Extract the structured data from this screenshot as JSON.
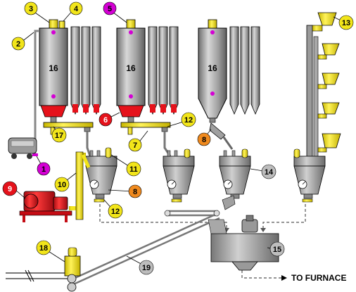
{
  "silo_labels": [
    "16",
    "16",
    "16"
  ],
  "callouts": [
    {
      "n": "1",
      "color": "#d400d4",
      "text_color": "#000000"
    },
    {
      "n": "2",
      "color": "#f2e51a",
      "text_color": "#000000"
    },
    {
      "n": "3",
      "color": "#f2e51a",
      "text_color": "#000000"
    },
    {
      "n": "4",
      "color": "#f2e51a",
      "text_color": "#000000"
    },
    {
      "n": "5",
      "color": "#d400d4",
      "text_color": "#000000"
    },
    {
      "n": "6",
      "color": "#e5121b",
      "text_color": "#ffffff"
    },
    {
      "n": "7",
      "color": "#f2e51a",
      "text_color": "#000000"
    },
    {
      "n": "8",
      "color": "#f08a1e",
      "text_color": "#000000"
    },
    {
      "n": "8",
      "color": "#f08a1e",
      "text_color": "#000000"
    },
    {
      "n": "9",
      "color": "#e5121b",
      "text_color": "#ffffff"
    },
    {
      "n": "10",
      "color": "#f2e51a",
      "text_color": "#000000"
    },
    {
      "n": "11",
      "color": "#f2e51a",
      "text_color": "#000000"
    },
    {
      "n": "12",
      "color": "#f2e51a",
      "text_color": "#000000"
    },
    {
      "n": "12",
      "color": "#f2e51a",
      "text_color": "#000000"
    },
    {
      "n": "13",
      "color": "#f2e51a",
      "text_color": "#000000"
    },
    {
      "n": "14",
      "color": "#bdbdbd",
      "text_color": "#000000"
    },
    {
      "n": "15",
      "color": "#bdbdbd",
      "text_color": "#000000"
    },
    {
      "n": "16",
      "color": "#bdbdbd",
      "text_color": "#000000"
    },
    {
      "n": "17",
      "color": "#f2e51a",
      "text_color": "#000000"
    },
    {
      "n": "18",
      "color": "#f2e51a",
      "text_color": "#000000"
    },
    {
      "n": "19",
      "color": "#bdbdbd",
      "text_color": "#000000"
    }
  ],
  "furnace_label": "TO FURNACE",
  "colors": {
    "silo": "#a6a6a6",
    "silo_dark": "#7a7a7a",
    "equipment_yellow": "#f2e51a",
    "equipment_red": "#e5121b",
    "indicator_magenta": "#d400d4",
    "outline": "#000000"
  }
}
